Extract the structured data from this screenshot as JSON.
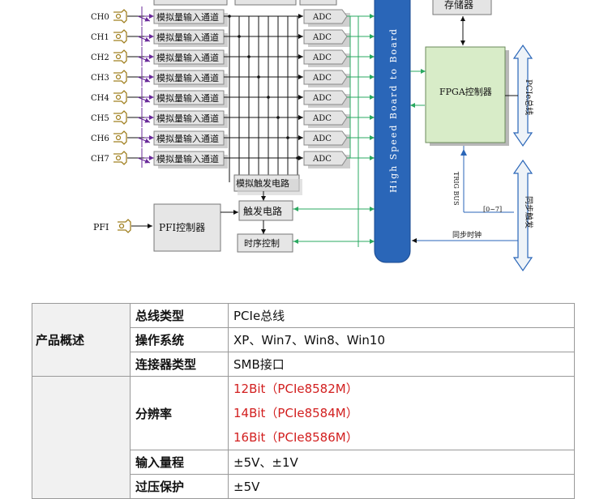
{
  "diagram": {
    "channels": [
      "CH0",
      "CH1",
      "CH2",
      "CH3",
      "CH4",
      "CH5",
      "CH6",
      "CH7"
    ],
    "analog_channel_label": "模拟量输入通道",
    "adc_label": "ADC",
    "memory_label": "存储器",
    "fpga_label": "FPGA控制器",
    "bus_label": "High Speed Board to Board",
    "pcie_bus_label": "PCIe总线",
    "analog_trigger_label": "模拟触发电路",
    "trigger_circuit_label": "触发电路",
    "timing_control_label": "时序控制",
    "pfi_label": "PFI",
    "pfi_controller_label": "PFI控制器",
    "trig_bus_label": "TRIG BUS",
    "range_label": "[0~7]",
    "sync_trigger_label": "同步触发",
    "sync_clock_label": "同步时钟",
    "colors": {
      "bus": "#2a66b8",
      "fpga": "#d8ecc8",
      "arrow_fill": "#eef3f8",
      "purple": "#6a2a9a",
      "green": "#2aa860"
    }
  },
  "spec_table": {
    "overview_group": "产品概述",
    "rows1": [
      {
        "key": "总线类型",
        "value": "PCIe总线"
      },
      {
        "key": "操作系统",
        "value": "XP、Win7、Win8、Win10"
      },
      {
        "key": "连接器类型",
        "value": "SMB接口"
      }
    ],
    "resolution_key": "分辨率",
    "resolution_values": [
      "12Bit（PCIe8582M）",
      "14Bit（PCIe8584M）",
      "16Bit（PCIe8586M）"
    ],
    "input_range_key": "输入量程",
    "input_range_value": "±5V、±1V",
    "overvoltage_key": "过压保护",
    "overvoltage_value": "±5V"
  }
}
